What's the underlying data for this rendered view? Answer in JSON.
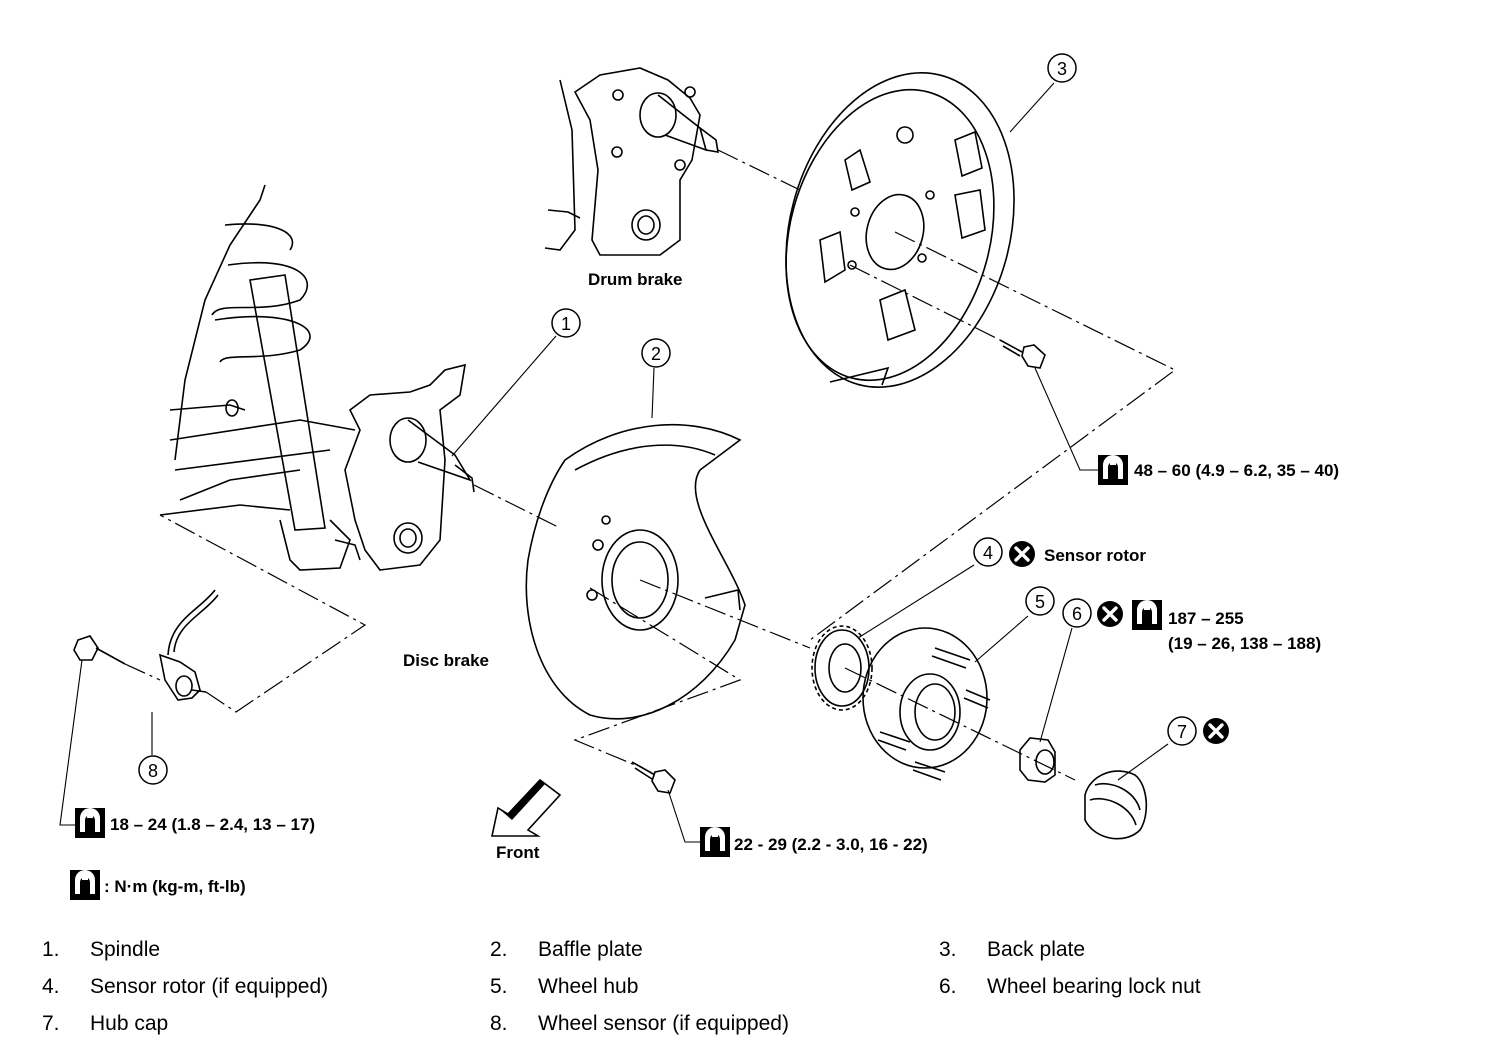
{
  "labels": {
    "drum_brake": "Drum brake",
    "disc_brake": "Disc brake",
    "sensor_rotor": "Sensor rotor",
    "front": "Front"
  },
  "torque": {
    "back_plate_bolt": "48 – 60 (4.9 – 6.2, 35 – 40)",
    "lock_nut_line1": "187 – 255",
    "lock_nut_line2": "(19 – 26, 138 – 188)",
    "sensor_bolt": "18 – 24 (1.8 – 2.4, 13 – 17)",
    "baffle_bolt": "22 - 29 (2.2 - 3.0, 16 - 22)",
    "unit_legend": ": N·m (kg-m, ft-lb)"
  },
  "callouts": [
    "1",
    "2",
    "3",
    "4",
    "5",
    "6",
    "7",
    "8"
  ],
  "parts": [
    {
      "num": "1.",
      "name": "Spindle"
    },
    {
      "num": "2.",
      "name": "Baffle plate"
    },
    {
      "num": "3.",
      "name": "Back plate"
    },
    {
      "num": "4.",
      "name": "Sensor rotor (if equipped)"
    },
    {
      "num": "5.",
      "name": "Wheel hub"
    },
    {
      "num": "6.",
      "name": "Wheel bearing lock nut"
    },
    {
      "num": "7.",
      "name": "Hub cap"
    },
    {
      "num": "8.",
      "name": "Wheel sensor (if equipped)"
    }
  ],
  "icons": {
    "torque": "torque-wrench-icon",
    "replace": "x-circle-icon"
  }
}
